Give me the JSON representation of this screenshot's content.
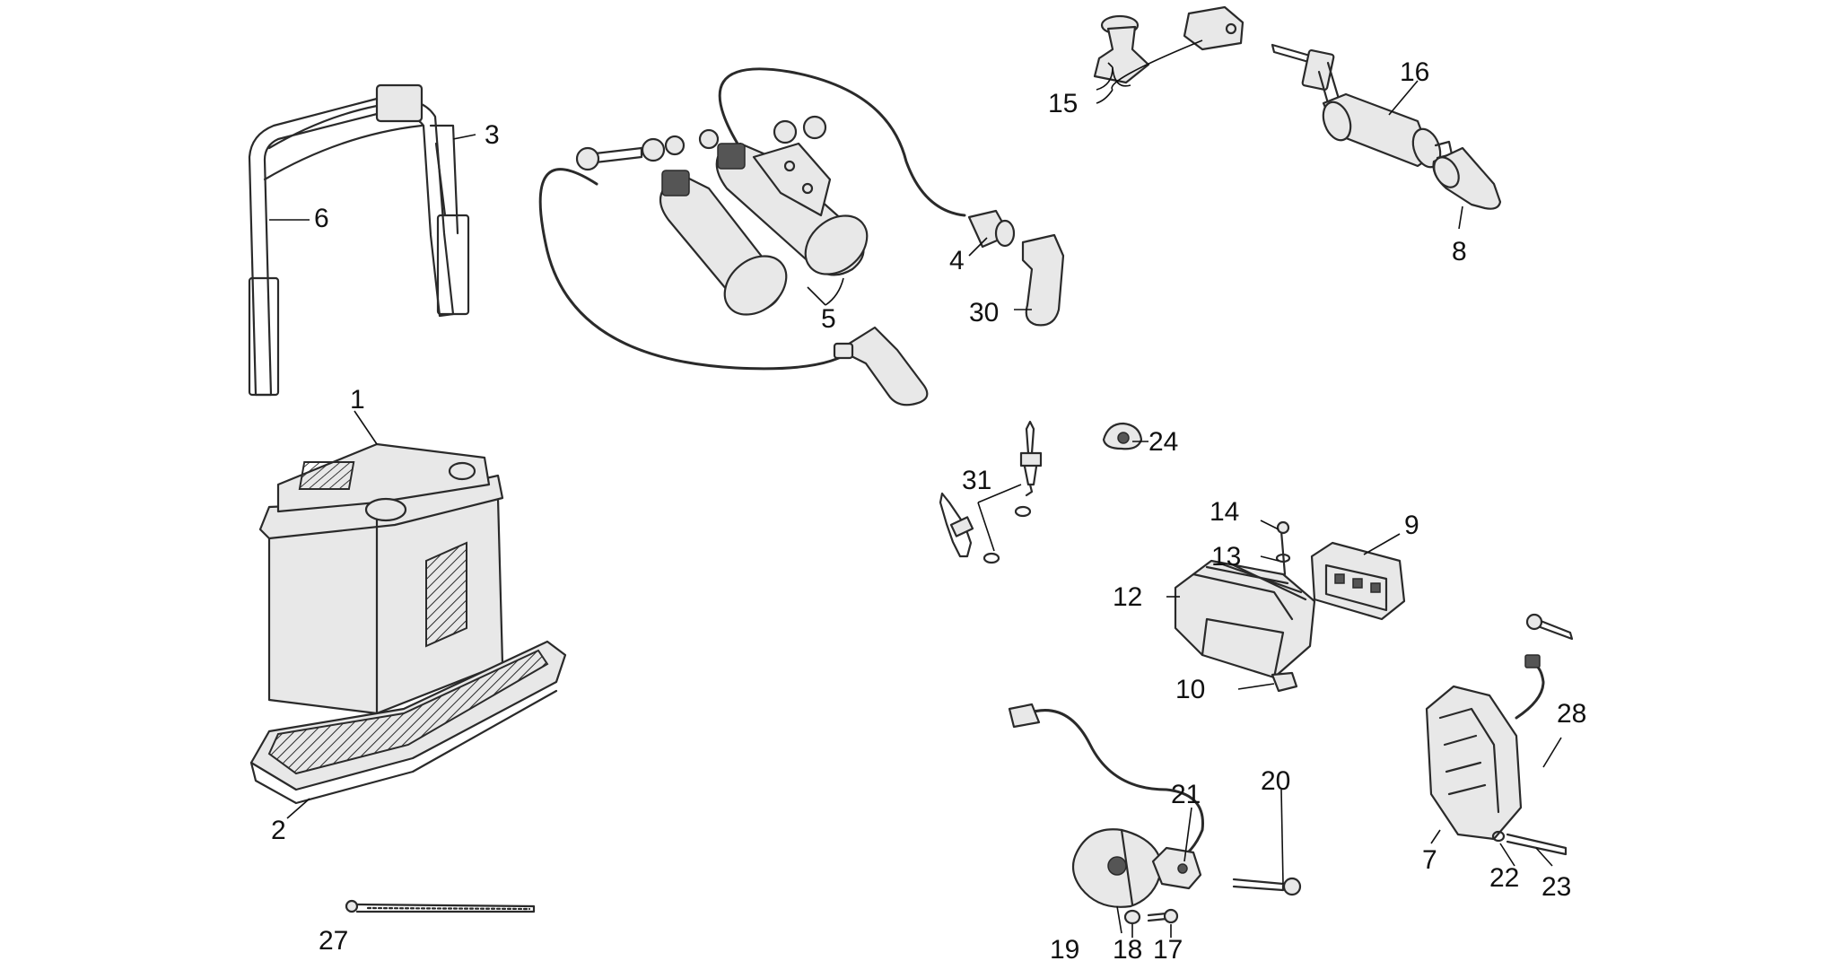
{
  "callouts": [
    "1",
    "2",
    "3",
    "4",
    "5",
    "6",
    "7",
    "8",
    "9",
    "10",
    "12",
    "13",
    "14",
    "15",
    "16",
    "17",
    "18",
    "19",
    "20",
    "21",
    "22",
    "23",
    "24",
    "27",
    "28",
    "30",
    "31"
  ],
  "colors": {
    "line": "#2a2a2a",
    "background": "#ffffff",
    "fill": "#e8e8e8"
  }
}
